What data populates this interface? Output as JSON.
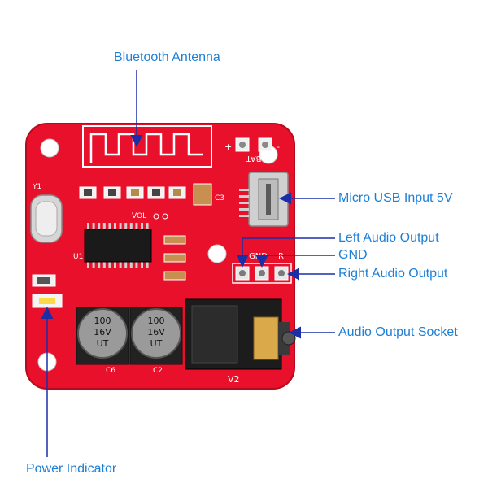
{
  "colors": {
    "pcb": "#e8102a",
    "pcb_dark": "#b80a1d",
    "callout_text": "#1e7fd6",
    "arrow": "#1a2ea8",
    "silkscreen": "#ffffff"
  },
  "callouts": {
    "bluetooth_antenna": "Bluetooth Antenna",
    "micro_usb": "Micro USB Input 5V",
    "left_audio": "Left Audio Output",
    "gnd": "GND",
    "right_audio": "Right Audio Output",
    "audio_socket": "Audio Output Socket",
    "power_indicator": "Power Indicator"
  },
  "board_labels": {
    "bat": "BAT",
    "plus": "+",
    "minus": "-",
    "pin_l": "L",
    "pin_gnd": "GND",
    "pin_r": "R",
    "version": "V2",
    "vol": "VOL",
    "y1": "Y1",
    "u1": "U1",
    "c6": "C6",
    "c2": "C2",
    "c3": "C3",
    "cap1_line1": "100",
    "cap1_line2": "16V",
    "cap1_line3": "UT",
    "cap2_line1": "100",
    "cap2_line2": "16V",
    "cap2_line3": "UT"
  }
}
